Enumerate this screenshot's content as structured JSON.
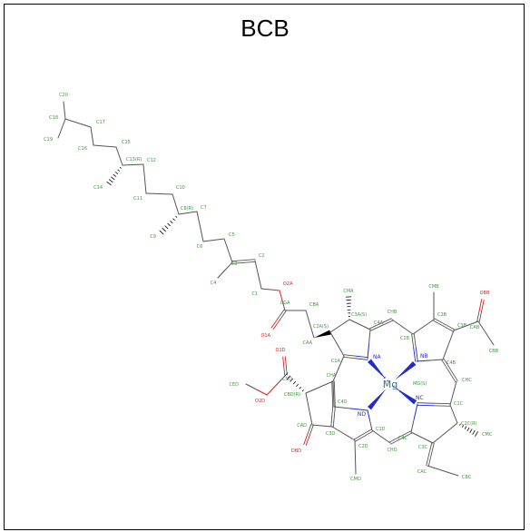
{
  "title": "BCB",
  "colors": {
    "carbon": "#3a9a3a",
    "oxygen": "#e02020",
    "nitrogen": "#1f2bd0",
    "magnesium": "#3a6f8a",
    "bond": "#555555",
    "stereo": "#000000"
  },
  "atoms": [
    {
      "id": "C20",
      "label": "C20",
      "el": "C"
    },
    {
      "id": "C18",
      "label": "C18",
      "el": "C"
    },
    {
      "id": "C19",
      "label": "C19",
      "el": "C"
    },
    {
      "id": "C17",
      "label": "C17",
      "el": "C"
    },
    {
      "id": "C16",
      "label": "C16",
      "el": "C"
    },
    {
      "id": "C15",
      "label": "C15",
      "el": "C"
    },
    {
      "id": "C13",
      "label": "C13(R)",
      "el": "C"
    },
    {
      "id": "C12",
      "label": "C12",
      "el": "C"
    },
    {
      "id": "C14",
      "label": "C14",
      "el": "C"
    },
    {
      "id": "C11",
      "label": "C11",
      "el": "C"
    },
    {
      "id": "C10",
      "label": "C10",
      "el": "C"
    },
    {
      "id": "C8",
      "label": "C8(R)",
      "el": "C"
    },
    {
      "id": "C7",
      "label": "C7",
      "el": "C"
    },
    {
      "id": "C9",
      "label": "C9",
      "el": "C"
    },
    {
      "id": "C6",
      "label": "C6",
      "el": "C"
    },
    {
      "id": "C5",
      "label": "C5",
      "el": "C"
    },
    {
      "id": "C3",
      "label": "C3",
      "el": "C"
    },
    {
      "id": "C2",
      "label": "C2",
      "el": "C"
    },
    {
      "id": "C4",
      "label": "C4",
      "el": "C"
    },
    {
      "id": "C1",
      "label": "C1",
      "el": "C"
    },
    {
      "id": "O2A",
      "label": "O2A",
      "el": "O"
    },
    {
      "id": "CGA",
      "label": "CGA",
      "el": "C"
    },
    {
      "id": "O1A",
      "label": "O1A",
      "el": "O"
    },
    {
      "id": "CBA",
      "label": "CBA",
      "el": "C"
    },
    {
      "id": "CAA",
      "label": "CAA",
      "el": "C"
    },
    {
      "id": "C2A",
      "label": "C2A(S)",
      "el": "C"
    },
    {
      "id": "C3A",
      "label": "C3A(S)",
      "el": "C"
    },
    {
      "id": "CMA",
      "label": "CMA",
      "el": "C"
    },
    {
      "id": "C4A",
      "label": "C4A",
      "el": "C"
    },
    {
      "id": "CHB",
      "label": "CHB",
      "el": "C"
    },
    {
      "id": "C1A",
      "label": "C1A",
      "el": "C"
    },
    {
      "id": "NA",
      "label": "NA",
      "el": "N"
    },
    {
      "id": "CHA",
      "label": "CHA",
      "el": "C"
    },
    {
      "id": "C1B",
      "label": "C1B",
      "el": "C"
    },
    {
      "id": "NB",
      "label": "NB",
      "el": "N"
    },
    {
      "id": "C2B",
      "label": "C2B",
      "el": "C"
    },
    {
      "id": "CMB",
      "label": "CMB",
      "el": "C"
    },
    {
      "id": "C3B",
      "label": "C3B",
      "el": "C"
    },
    {
      "id": "C4B",
      "label": "C4B",
      "el": "C"
    },
    {
      "id": "CAB",
      "label": "CAB",
      "el": "C"
    },
    {
      "id": "OBB",
      "label": "OBB",
      "el": "O"
    },
    {
      "id": "CBB",
      "label": "CBB",
      "el": "C"
    },
    {
      "id": "CHC",
      "label": "CHC",
      "el": "C"
    },
    {
      "id": "MG",
      "label": "Mg",
      "el": "Mg"
    },
    {
      "id": "MGS",
      "label": "MG(S)",
      "el": "C"
    },
    {
      "id": "C1C",
      "label": "C1C",
      "el": "C"
    },
    {
      "id": "NC",
      "label": "NC",
      "el": "N"
    },
    {
      "id": "C4C",
      "label": "C4C",
      "el": "C"
    },
    {
      "id": "C2C",
      "label": "C2C(R)",
      "el": "C"
    },
    {
      "id": "CMC",
      "label": "CMC",
      "el": "C"
    },
    {
      "id": "C3C",
      "label": "C3C",
      "el": "C"
    },
    {
      "id": "CAC",
      "label": "CAC",
      "el": "C"
    },
    {
      "id": "CBC",
      "label": "CBC",
      "el": "C"
    },
    {
      "id": "CHD",
      "label": "CHD",
      "el": "C"
    },
    {
      "id": "ND",
      "label": "ND",
      "el": "N"
    },
    {
      "id": "C1D",
      "label": "C1D",
      "el": "C"
    },
    {
      "id": "C2D",
      "label": "C2D",
      "el": "C"
    },
    {
      "id": "CMD",
      "label": "CMD",
      "el": "C"
    },
    {
      "id": "C3D",
      "label": "C3D",
      "el": "C"
    },
    {
      "id": "C4D",
      "label": "C4D",
      "el": "C"
    },
    {
      "id": "CBD",
      "label": "CBD(R)",
      "el": "C"
    },
    {
      "id": "CGD",
      "label": "CGD",
      "el": "C"
    },
    {
      "id": "O1D",
      "label": "O1D",
      "el": "O"
    },
    {
      "id": "O2D",
      "label": "O2D",
      "el": "O"
    },
    {
      "id": "CED",
      "label": "CED",
      "el": "C"
    },
    {
      "id": "CAD",
      "label": "CAD",
      "el": "C"
    },
    {
      "id": "OBD",
      "label": "OBD",
      "el": "O"
    }
  ]
}
